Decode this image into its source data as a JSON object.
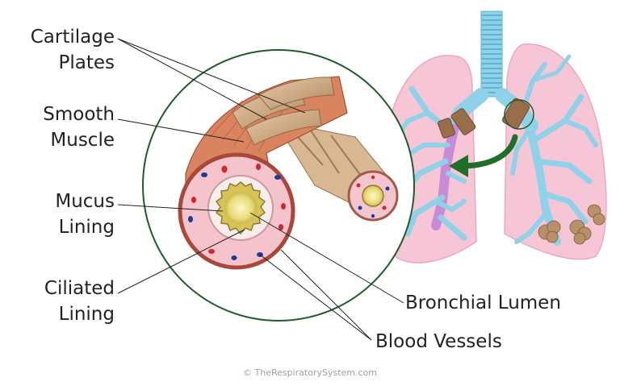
{
  "labels": {
    "cartilage": [
      "Cartilage",
      "Plates"
    ],
    "smooth_muscle": [
      "Smooth",
      "Muscle"
    ],
    "mucus": [
      "Mucus",
      "Lining"
    ],
    "ciliated": [
      "Ciliated",
      "Lining"
    ],
    "lumen": "Bronchial Lumen",
    "vessels": "Blood Vessels"
  },
  "copyright": "© TheRespiratorySystem.com",
  "colors": {
    "lung": "#f6c6d6",
    "bronchi": "#8fd1e8",
    "bronchioles": "#c98ad6",
    "cartilage": "#a07850",
    "muscle": "#d88b68",
    "mucus": "#eee49a",
    "circle": "#1f5a2a",
    "arrow": "#1f6e2a"
  }
}
